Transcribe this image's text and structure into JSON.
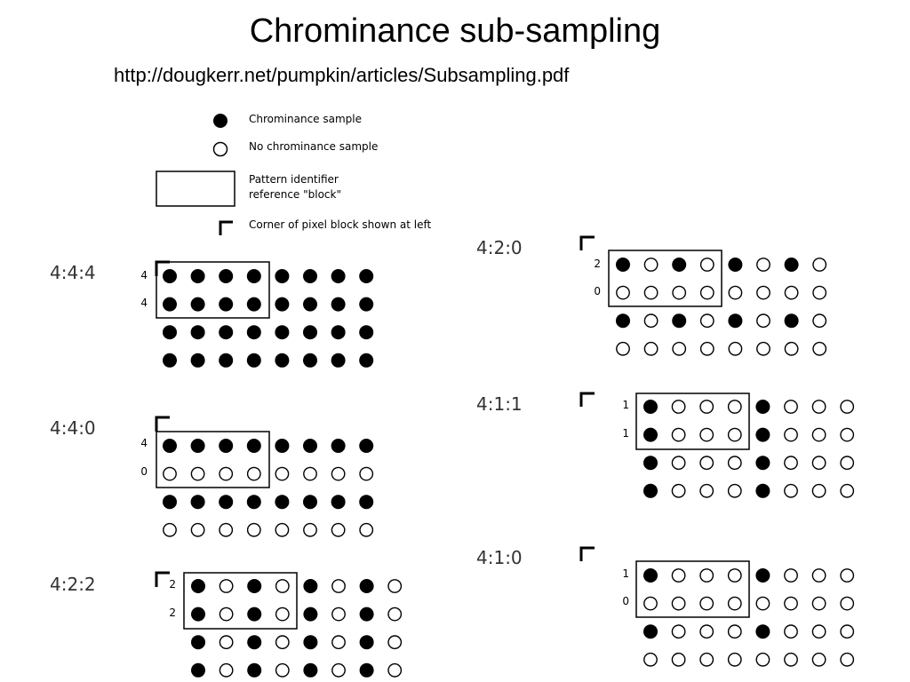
{
  "title": "Chrominance sub-sampling",
  "source_url": "http://dougkerr.net/pumpkin/articles/Subsampling.pdf",
  "legend": {
    "filled": "Chrominance sample",
    "empty": "No chrominance sample",
    "block": "Pattern identifier\nreference \"block\"",
    "corner": "Corner of pixel block shown at left"
  },
  "patterns": [
    {
      "id": "444",
      "label": "4:4:4",
      "row_labels": [
        "4",
        "4"
      ],
      "grid": [
        "11111111",
        "11111111",
        "11111111",
        "11111111"
      ]
    },
    {
      "id": "440",
      "label": "4:4:0",
      "row_labels": [
        "4",
        "0"
      ],
      "grid": [
        "11111111",
        "00000000",
        "11111111",
        "00000000"
      ]
    },
    {
      "id": "422",
      "label": "4:2:2",
      "row_labels": [
        "2",
        "2"
      ],
      "grid": [
        "10101010",
        "10101010",
        "10101010",
        "10101010"
      ]
    },
    {
      "id": "420",
      "label": "4:2:0",
      "row_labels": [
        "2",
        "0"
      ],
      "grid": [
        "10101010",
        "00000000",
        "10101010",
        "00000000"
      ]
    },
    {
      "id": "411",
      "label": "4:1:1",
      "row_labels": [
        "1",
        "1"
      ],
      "grid": [
        "10001000",
        "10001000",
        "10001000",
        "10001000"
      ]
    },
    {
      "id": "410",
      "label": "4:1:0",
      "row_labels": [
        "1",
        "0"
      ],
      "grid": [
        "10001000",
        "00000000",
        "10001000",
        "00000000"
      ]
    }
  ]
}
